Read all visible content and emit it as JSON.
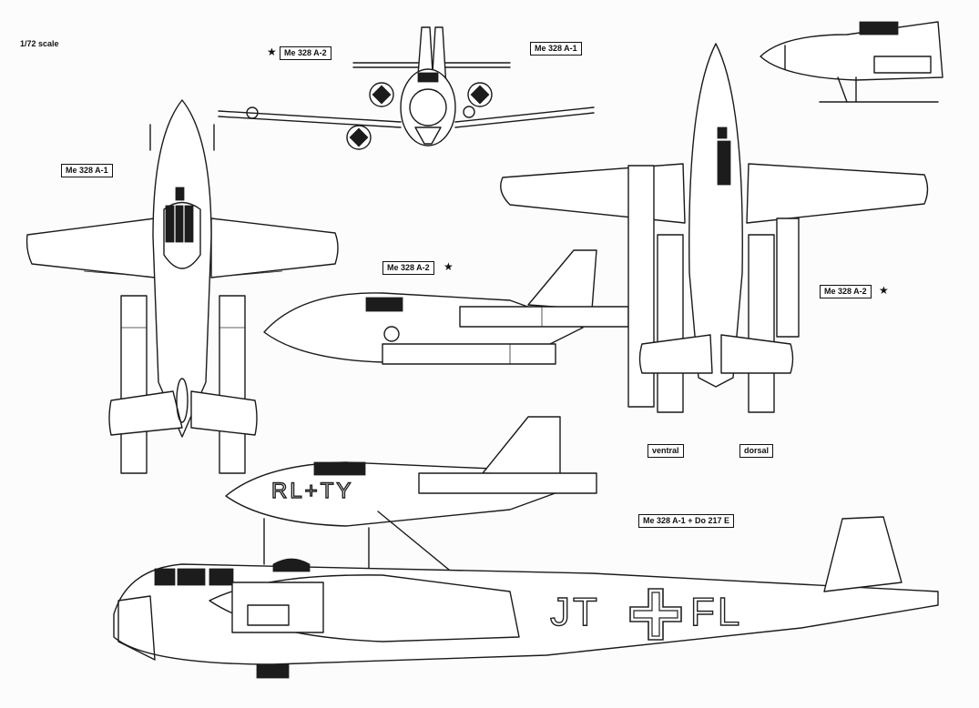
{
  "sheet": {
    "scale_note": "1/72 scale",
    "labels": {
      "front_view_a2": "Me 328 A-2",
      "front_view_a1": "Me 328 A-1",
      "plan_view_a1": "Me 328 A-1",
      "side_view_a2": "Me 328 A-2",
      "plan_view_a2": "Me 328 A-2",
      "ventral": "ventral",
      "dorsal": "dorsal",
      "combination": "Me 328 A-1 + Do 217 E"
    },
    "markings": {
      "me328_code": "RL+TY",
      "do217_code_left": "JT",
      "do217_code_right": "FL"
    },
    "star_glyph": "★"
  }
}
